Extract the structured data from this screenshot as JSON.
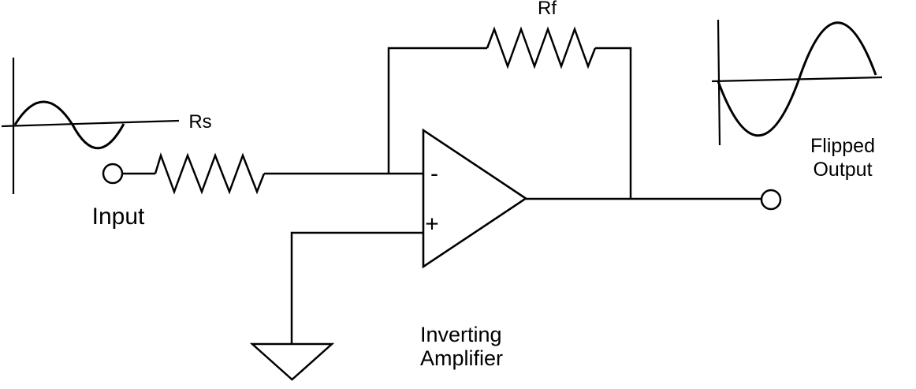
{
  "labels": {
    "source_resistor": "Rs",
    "feedback_resistor": "Rf",
    "input_terminal": "Input",
    "flipped_output_line1": "Flipped",
    "flipped_output_line2": "Output",
    "caption_line1": "Inverting",
    "caption_line2": "Amplifier",
    "opamp_inverting_input": "-",
    "opamp_noninverting_input": "+"
  },
  "colors": {
    "ink": "#000000",
    "background": "#ffffff"
  }
}
